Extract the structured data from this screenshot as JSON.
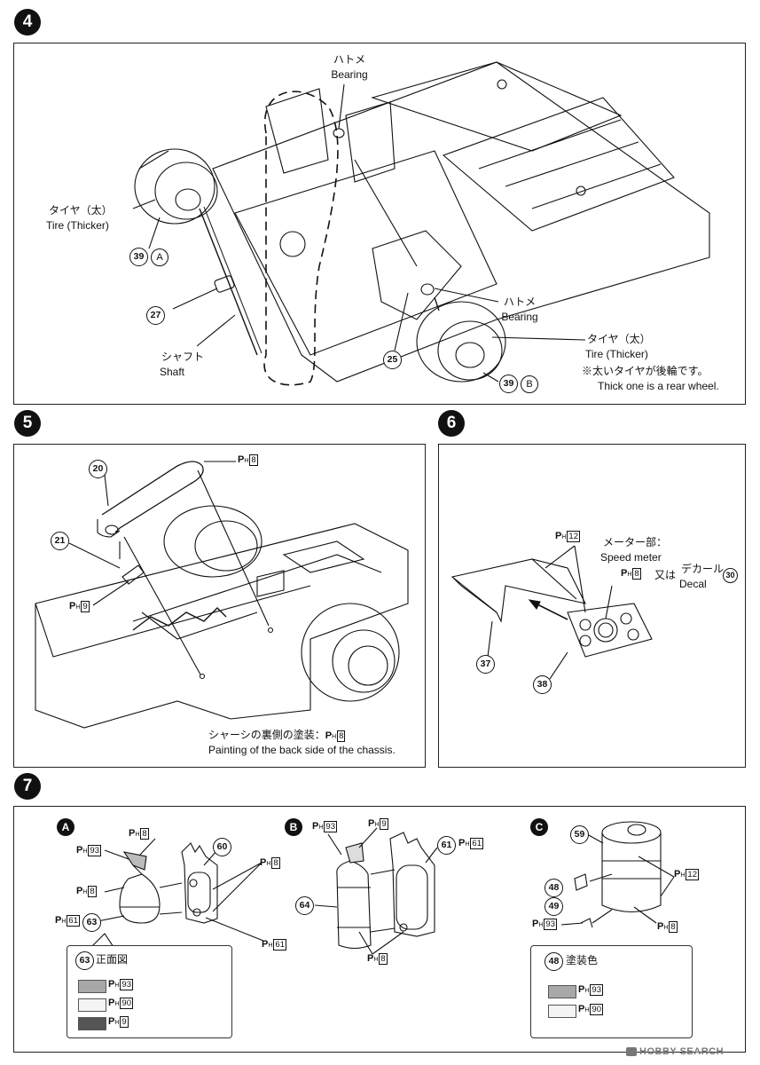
{
  "steps": {
    "s4": "4",
    "s5": "5",
    "s6": "6",
    "s7": "7"
  },
  "step4": {
    "bearing_top_jp": "ハトメ",
    "bearing_top_en": "Bearing",
    "tire_left_jp": "タイヤ（太）",
    "tire_left_en": "Tire (Thicker)",
    "part39a": "39",
    "letter_a": "A",
    "part27": "27",
    "shaft_jp": "シャフト",
    "shaft_en": "Shaft",
    "bearing_right_jp": "ハトメ",
    "bearing_right_en": "Bearing",
    "part25": "25",
    "tire_right_jp": "タイヤ（太）",
    "tire_right_en": "Tire (Thicker)",
    "note_jp": "※太いタイヤが後輪です。",
    "note_en": "Thick one is a rear wheel.",
    "part39b": "39",
    "letter_b": "B"
  },
  "step5": {
    "part20": "20",
    "part21": "21",
    "ph8_top": "8",
    "ph9": "9",
    "chassis_jp": "シャーシの裏側の塗装：",
    "chassis_ph": "8",
    "chassis_en": "Painting of the back side of the chassis."
  },
  "step6": {
    "ph12": "12",
    "meter_jp": "メーター部：",
    "meter_en": "Speed meter",
    "ph8": "8",
    "or_jp": "又は",
    "decal_jp": "デカール",
    "decal_en": "Decal",
    "part30": "30",
    "part37": "37",
    "part38": "38"
  },
  "step7": {
    "sub_a": "A",
    "sub_b": "B",
    "sub_c": "C",
    "a_ph8_top": "8",
    "a_ph93": "93",
    "a_ph8_mid": "8",
    "a_ph61": "61",
    "a_part63": "63",
    "a_part60": "60",
    "a_ph8_right": "8",
    "a_ph61_bottom": "61",
    "b_ph93": "93",
    "b_ph9": "9",
    "b_part61": "61",
    "b_ph61": "61",
    "b_part64": "64",
    "b_ph8": "8",
    "c_part59": "59",
    "c_part48": "48",
    "c_part49": "49",
    "c_ph12": "12",
    "c_ph93": "93",
    "c_ph8": "8",
    "box63_part": "63",
    "box63_title": "正面図",
    "box63_colors": [
      {
        "ph": "93",
        "color": "#a8a8a8"
      },
      {
        "ph": "90",
        "color": "#f4f4f4"
      },
      {
        "ph": "9",
        "color": "#555555"
      }
    ],
    "box48_part": "48",
    "box48_title": "塗装色",
    "box48_colors": [
      {
        "ph": "93",
        "color": "#a8a8a8"
      },
      {
        "ph": "90",
        "color": "#f4f4f4"
      }
    ]
  },
  "watermark": "HOBBY SEARCH"
}
